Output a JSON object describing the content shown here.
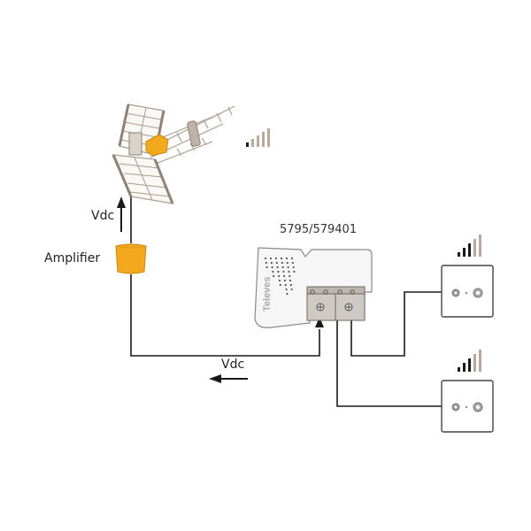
{
  "labels": {
    "vdc_up": "Vdc",
    "amplifier": "Amplifier",
    "vdc_down": "Vdc",
    "model": "5795/579401",
    "brand": "Televes"
  },
  "signal_levels": {
    "antenna": 1,
    "outlet_1": 3,
    "outlet_2": 3,
    "max": 5
  },
  "colors": {
    "line": "#1a1a1a",
    "amp": "#f4a81d",
    "device": "#f4f4f4",
    "device_stroke": "#8a8a8a",
    "terminal": "#c9c3bd",
    "bar_dark": "#1a1a1a",
    "bar_light": "#b8a99c"
  }
}
